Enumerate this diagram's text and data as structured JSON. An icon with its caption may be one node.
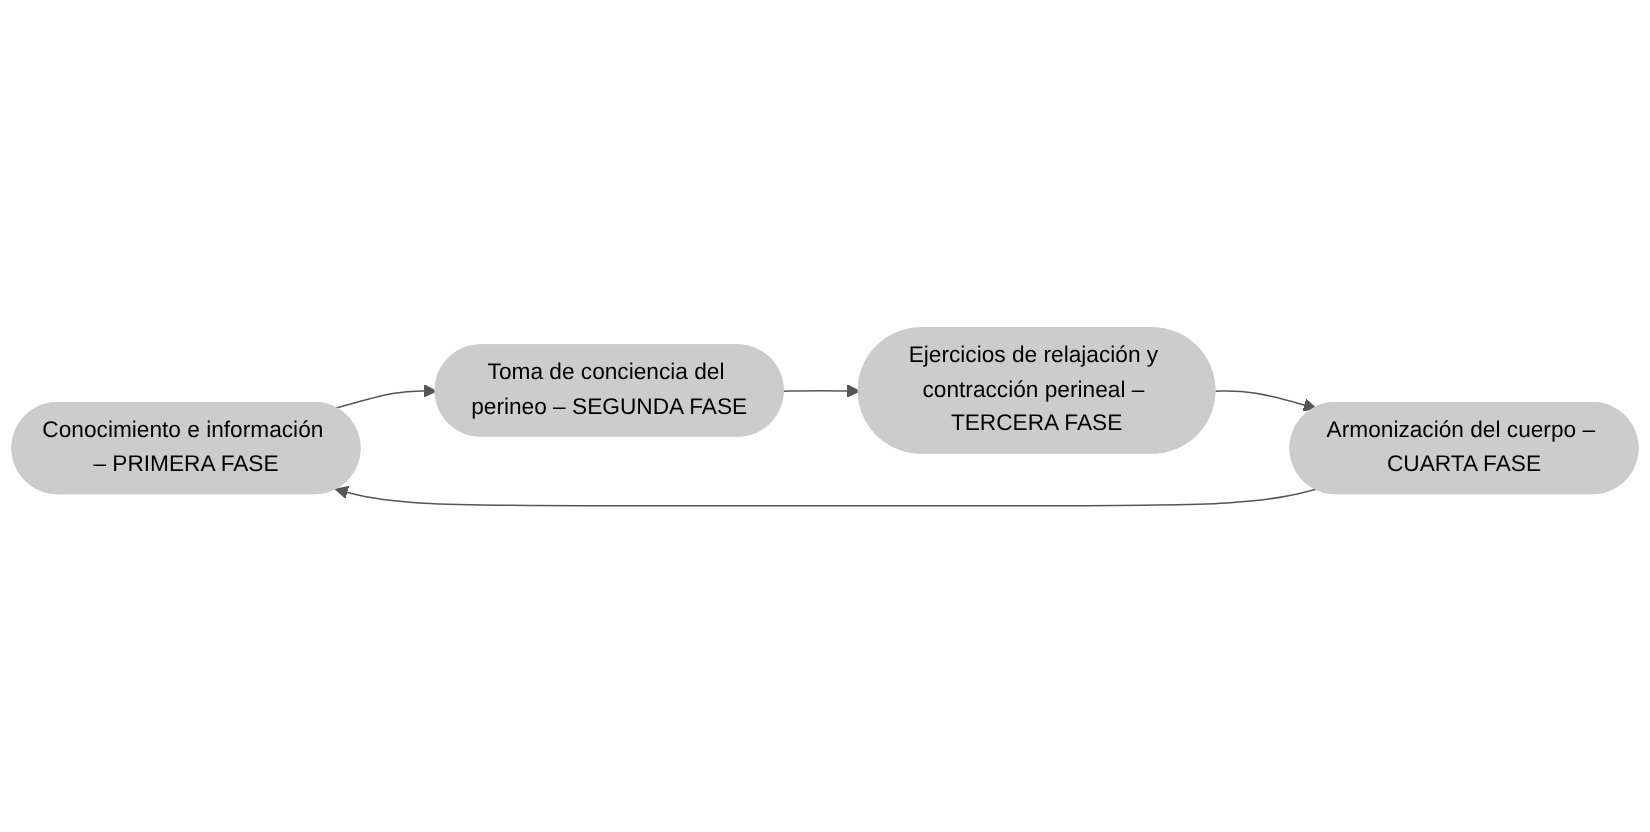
{
  "diagram": {
    "nodes": [
      {
        "text": [
          "Conocimiento e información – PRIMERA FASE"
        ]
      },
      {
        "text": [
          "Toma de conciencia del perineo – SEGUNDA FASE"
        ]
      },
      {
        "text": [
          "Ejercicios de relajación y contracción perineal – TERCERA FASE"
        ]
      },
      {
        "text": [
          "Armonización del cuerpo – CUARTA FASE"
        ]
      }
    ],
    "edges": [
      {
        "from": 0,
        "to": 1,
        "arrow": "to"
      },
      {
        "from": 1,
        "to": 2,
        "arrow": "to"
      },
      {
        "from": 2,
        "to": 3,
        "arrow": "to"
      },
      {
        "from": 3,
        "to": 0,
        "arrow": "to"
      }
    ]
  }
}
